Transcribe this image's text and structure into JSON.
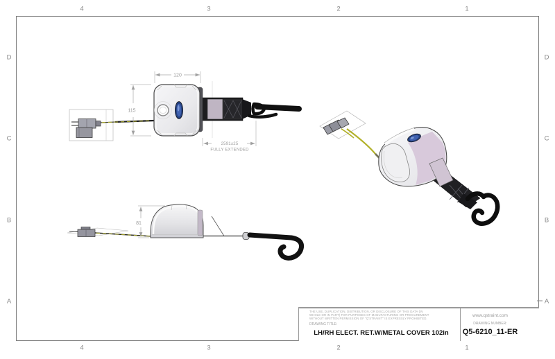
{
  "sheet": {
    "zone_columns": [
      "4",
      "3",
      "2",
      "1"
    ],
    "zone_rows": [
      "D",
      "C",
      "B",
      "A"
    ]
  },
  "views": {
    "front": {
      "dim_width": "120",
      "dim_height": "115",
      "dim_extended": "2591±25",
      "dim_extended_note": "FULLY EXTENDED"
    },
    "side": {
      "dim_height": "81"
    }
  },
  "title_block": {
    "legal_lines": [
      "THE USE, DUPLICATION, DISTRIBUTION, OR DISCLOSURE OF THIS DATA (IN",
      "WHOLE OR IN PART) FOR PURPOSES OF MANUFACTURING OR PROCUREMENT",
      "WITHOUT WRITTEN PERMISSION OF \"Q'STRAINT\" IS EXPRESSLY PROHIBITED."
    ],
    "drawing_title_label": "DRAWING TITLE:",
    "drawing_title": "LH/RH ELECT. RET.W/METAL COVER 102in",
    "website": "www.qstraint.com",
    "drawing_number_label": "DRAWING NUMBER:",
    "drawing_number": "Q5-6210_11-ER"
  },
  "colors": {
    "cover_body": "#ededf0",
    "cover_side_lavender": "#d8c9db",
    "webbing_black": "#1d1d20",
    "button_blue": "#2d4a9e",
    "wire_yellow": "#b2b12a",
    "dim_gray": "#9b9b9b"
  }
}
